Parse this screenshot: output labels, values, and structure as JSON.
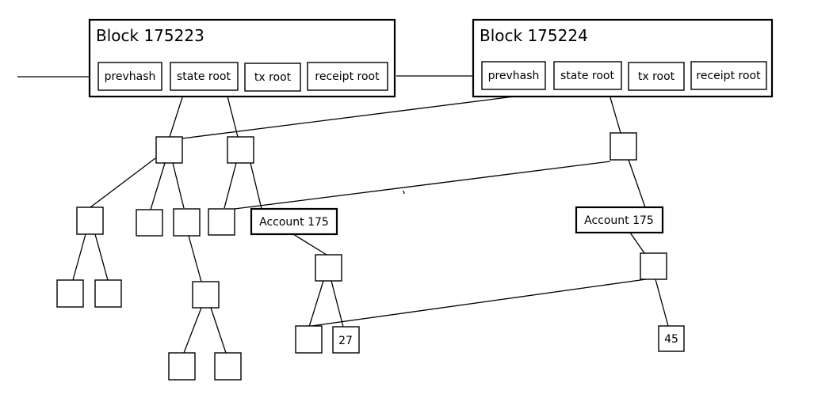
{
  "blocks": [
    {
      "title": "Block 175223",
      "fields": [
        "prevhash",
        "state root",
        "tx root",
        "receipt root"
      ]
    },
    {
      "title": "Block 175224",
      "fields": [
        "prevhash",
        "state root",
        "tx root",
        "receipt root"
      ]
    }
  ],
  "accounts": [
    "Account 175",
    "Account 175"
  ],
  "values": [
    "27",
    "45"
  ]
}
